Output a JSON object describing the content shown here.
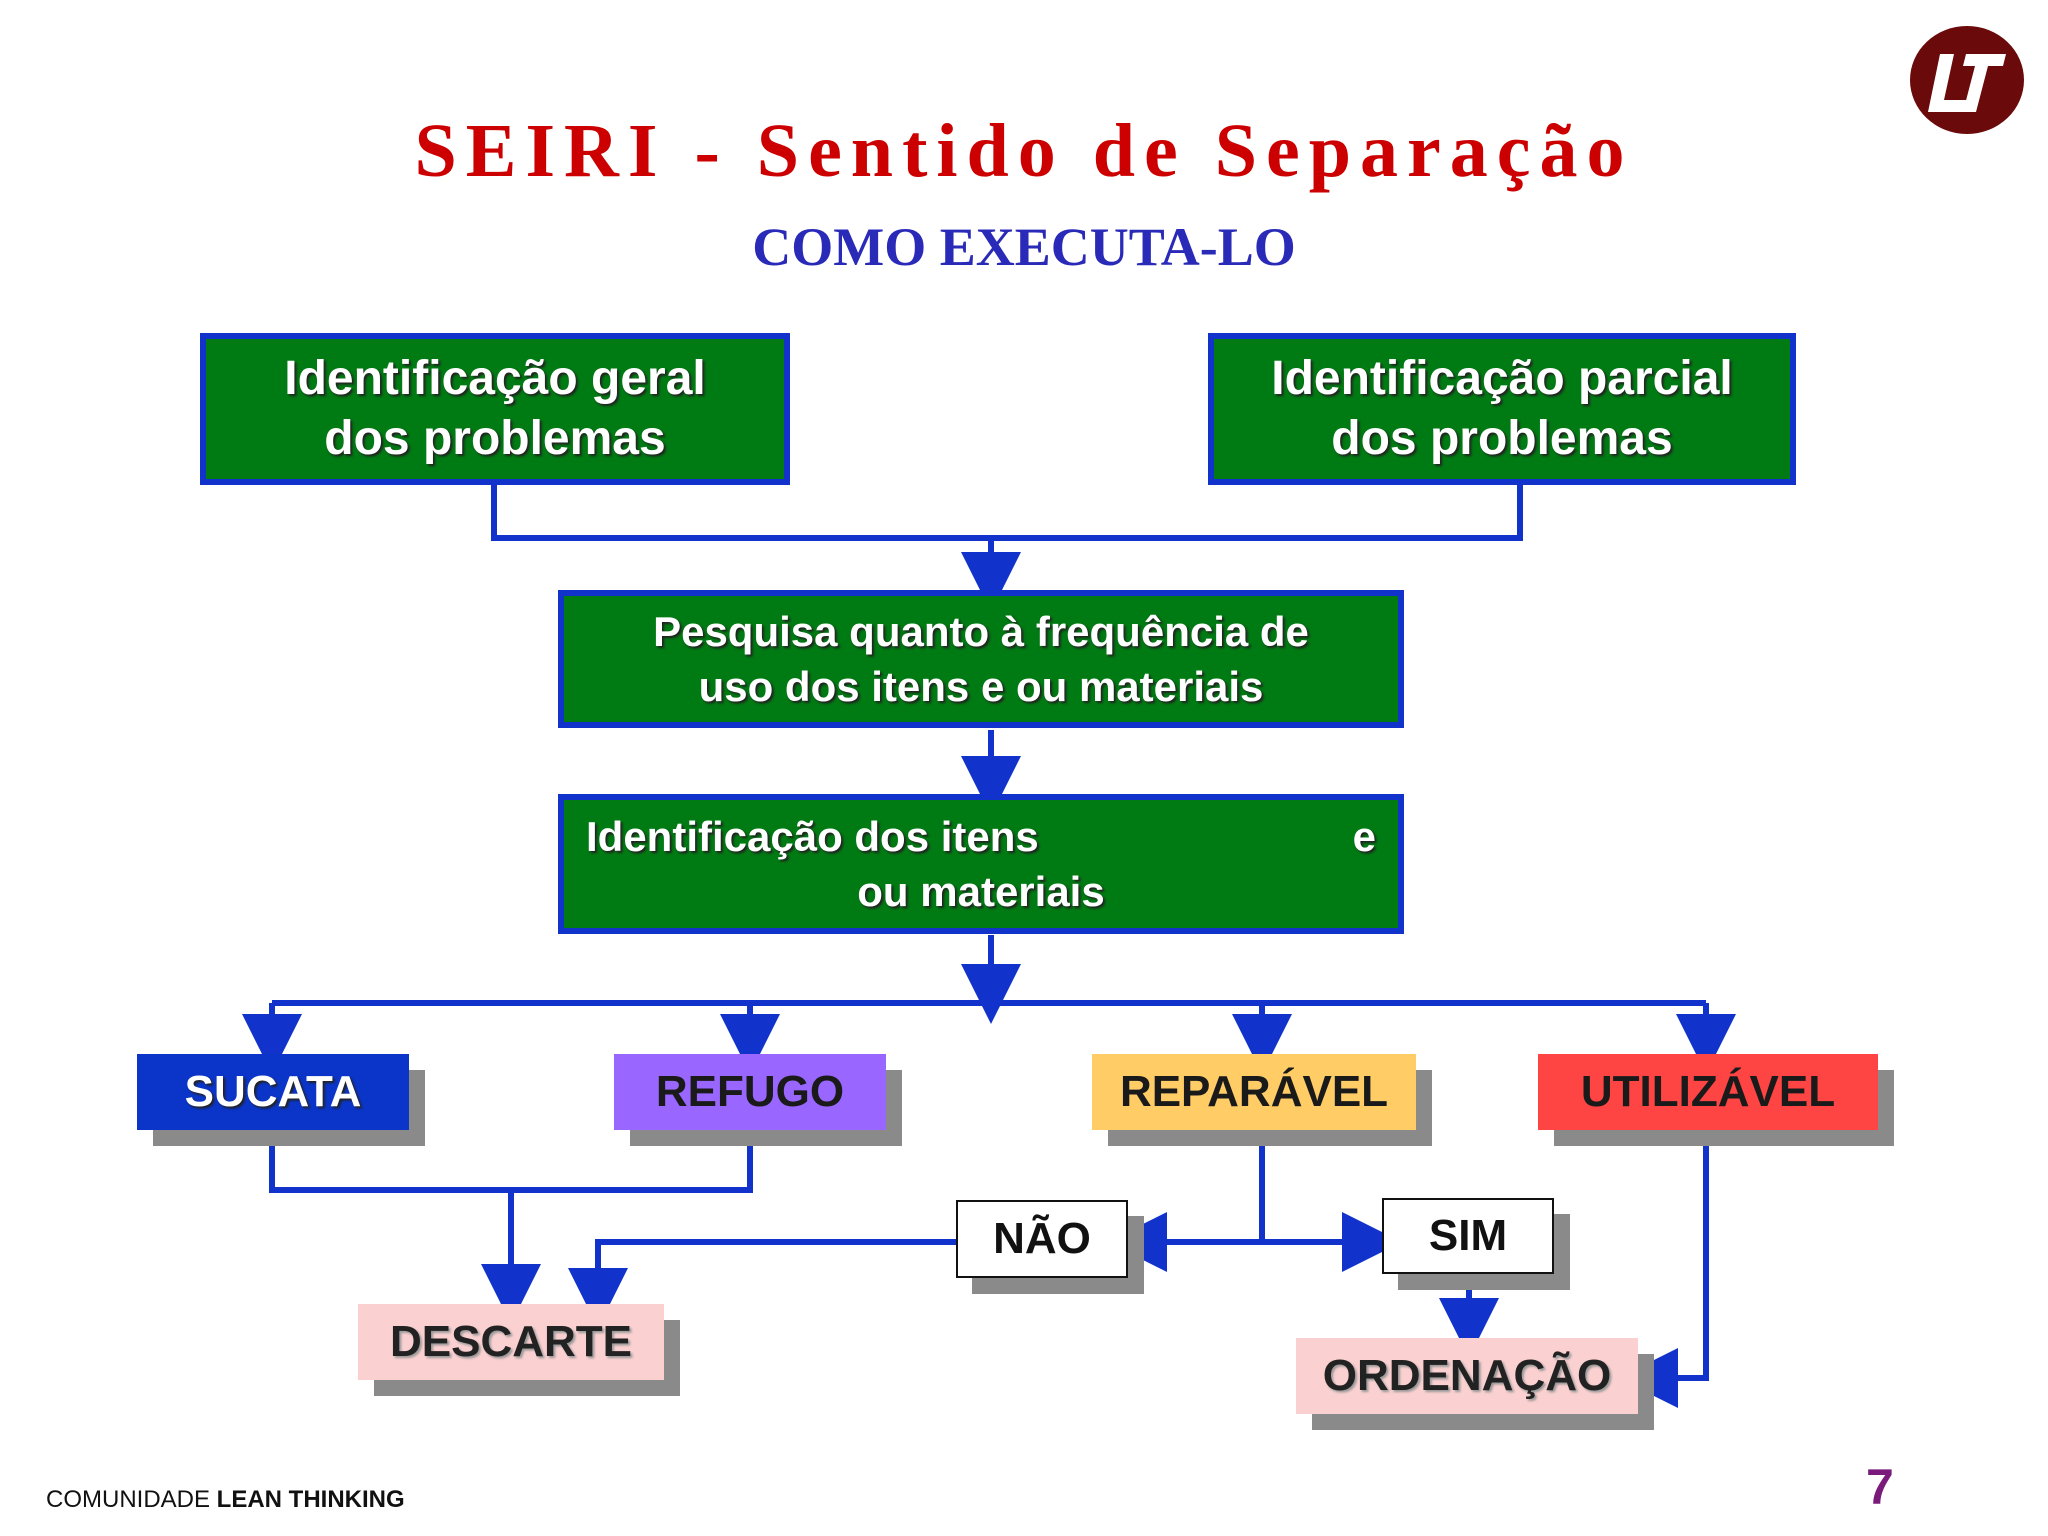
{
  "title": "SEIRI - Sentido de Separação",
  "subtitle": "COMO EXECUTA-LO",
  "boxes": {
    "geral": {
      "line1": "Identificação geral",
      "line2": "dos problemas"
    },
    "parcial": {
      "line1": "Identificação parcial",
      "line2": "dos problemas"
    },
    "pesquisa": {
      "line1": "Pesquisa quanto à frequência de",
      "line2": "uso dos itens e ou materiais"
    },
    "identificacao": {
      "line1a": "Identificação dos itens",
      "line1b": "e",
      "line2": "ou materiais"
    }
  },
  "categories": {
    "sucata": "SUCATA",
    "refugo": "REFUGO",
    "reparavel": "REPARÁVEL",
    "utilizavel": "UTILIZÁVEL"
  },
  "decisions": {
    "nao": "NÃO",
    "sim": "SIM"
  },
  "outcomes": {
    "descarte": "DESCARTE",
    "ordenacao": "ORDENAÇÃO"
  },
  "footer": {
    "prefix": "COMUNIDADE ",
    "bold": "LEAN THINKING"
  },
  "page_number": "7",
  "logo": {
    "icon": "lean-thinking-logo-icon",
    "color": "#6b0a0a"
  },
  "colors": {
    "title": "#cc0000",
    "subtitle": "#2a2ab8",
    "box_green": "#007a12",
    "connector_blue": "#1133cc",
    "sucata": "#0a35c8",
    "refugo": "#9966ff",
    "reparavel": "#ffcc66",
    "utilizavel": "#ff4444",
    "outcome_pink": "#fbd0d0"
  }
}
